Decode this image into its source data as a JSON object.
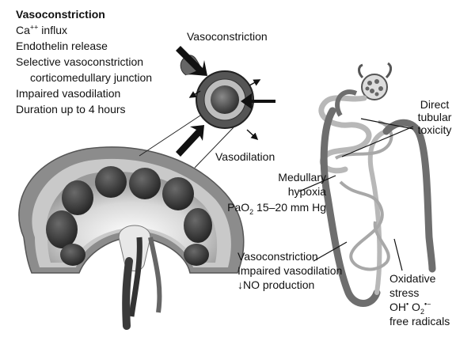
{
  "left_panel": {
    "title": "Vasoconstriction",
    "items": [
      {
        "main": "Ca",
        "sup": "++",
        "rest": " influx"
      },
      {
        "text": "Endothelin release"
      },
      {
        "text": "Selective vasoconstriction"
      },
      {
        "text": "corticomedullary junction"
      },
      {
        "text": "Impaired vasodilation"
      },
      {
        "text": "Duration up to 4 hours"
      }
    ]
  },
  "vessel_labels": {
    "top": "Vasoconstriction",
    "bottom": "Vasodilation"
  },
  "nephron_labels": {
    "direct": [
      "Direct",
      "tubular",
      "toxicity"
    ],
    "medullary": [
      "Medullary",
      "hypoxia"
    ],
    "pao2": {
      "pre": "PaO",
      "sub": "2",
      "post": " 15–20 mm Hg"
    },
    "vaso_lines": [
      "Vasoconstriction",
      "Impaired vasodilation"
    ],
    "no_production": {
      "arrow": "↓",
      "text": "NO production"
    },
    "oxidative": [
      "Oxidative",
      "stress"
    ],
    "radicals_line": {
      "a": "OH",
      "a_sup": "•",
      "b": " O",
      "b_sub": "2",
      "b_sup": "•−"
    },
    "free_radicals": "free radicals"
  },
  "colors": {
    "kidney_capsule": "#8c8c8c",
    "kidney_cortex": "#c9c9c9",
    "pyramid": "#3a3a3a",
    "vessel_wall": "#5a5a5a",
    "tubule_dark": "#6e6e6e",
    "tubule_light": "#b8b8b8"
  }
}
